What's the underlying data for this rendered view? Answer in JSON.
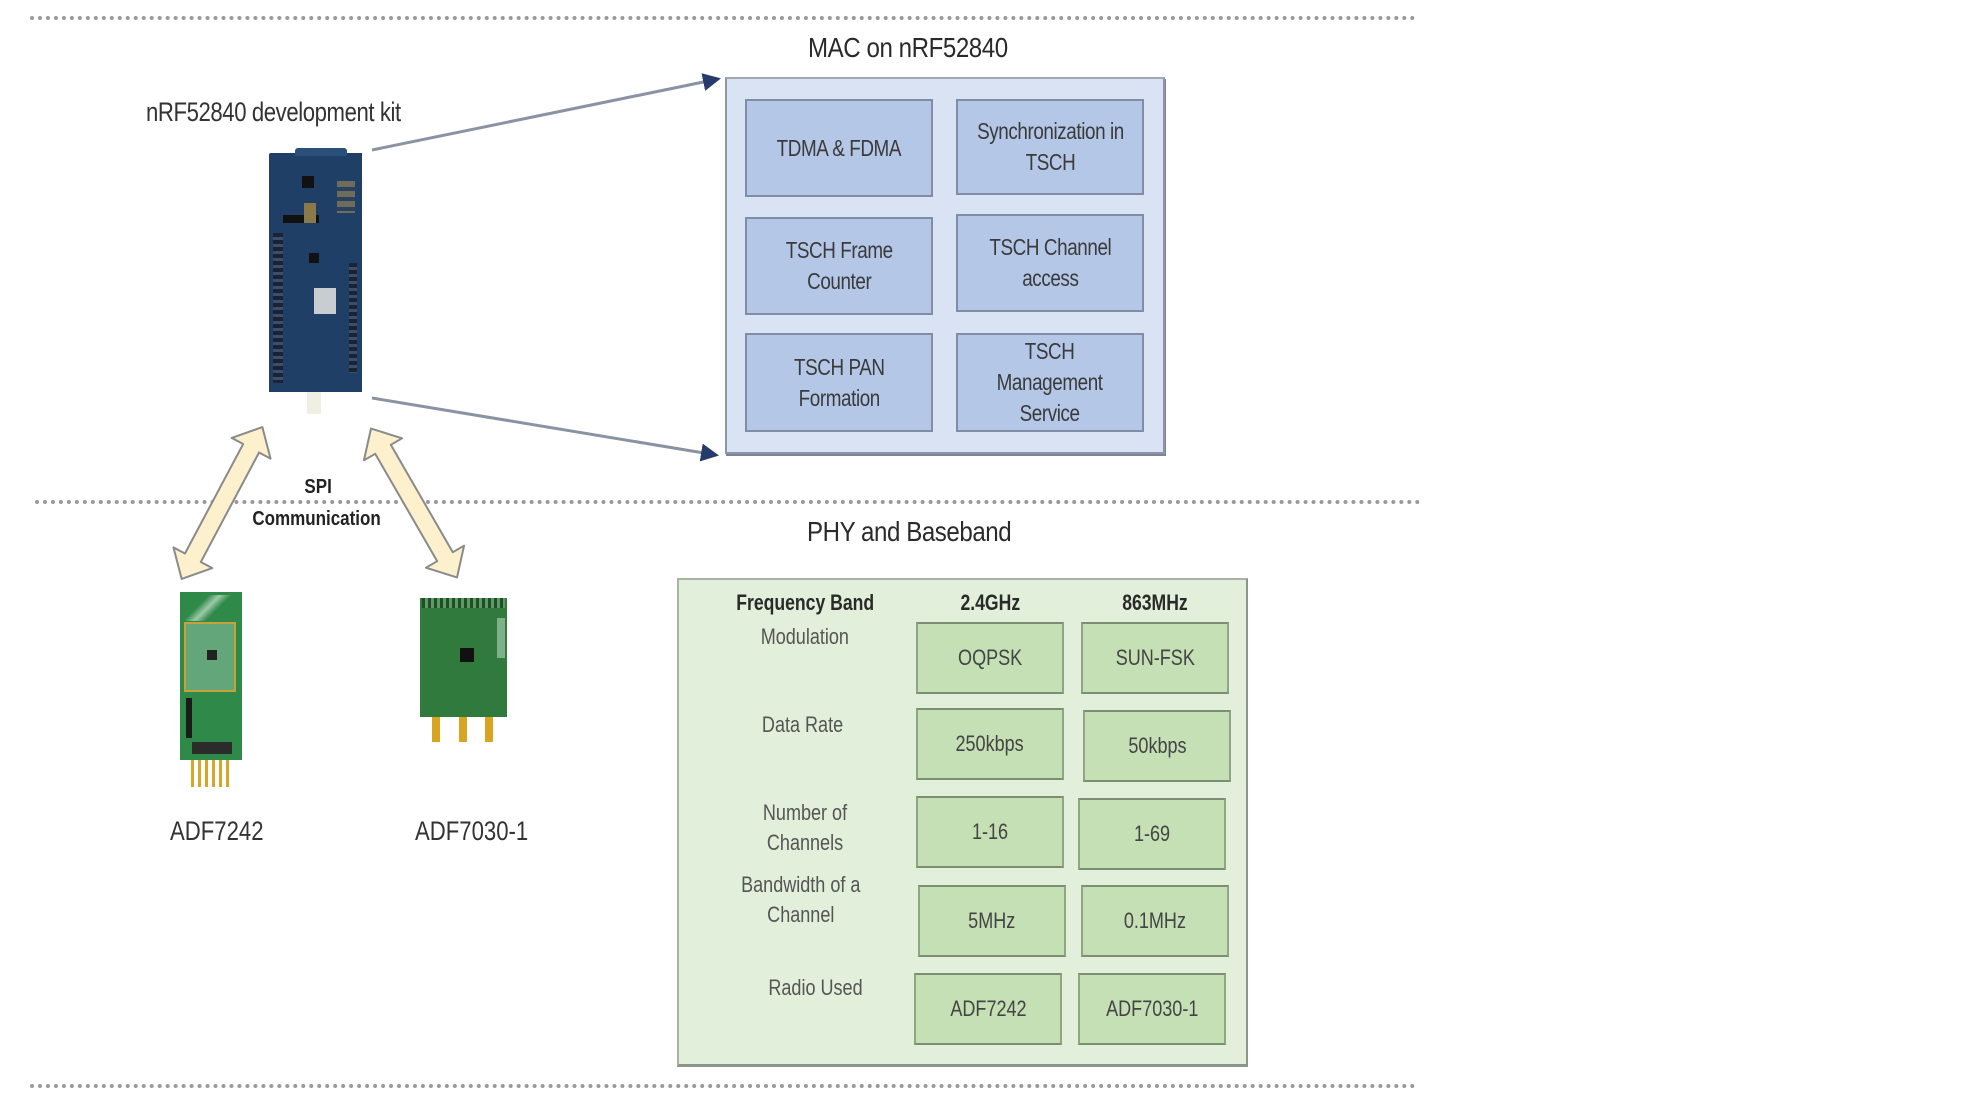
{
  "sections": {
    "mac_title": "MAC on nRF52840",
    "phy_title": "PHY and Baseband"
  },
  "devkit": {
    "label": "nRF52840 development kit",
    "image_icon": "nrf52840-board-image"
  },
  "spi": {
    "line1": "SPI",
    "line2": "Communication"
  },
  "radios": [
    {
      "label": "ADF7242",
      "image_icon": "adf7242-board-image"
    },
    {
      "label": "ADF7030-1",
      "image_icon": "adf7030-board-image"
    }
  ],
  "mac_blocks": [
    "TDMA & FDMA",
    "Synchronization in\nTSCH",
    "TSCH Frame\nCounter",
    "TSCH Channel\naccess",
    "TSCH PAN\nFormation",
    "TSCH\nManagement\nService"
  ],
  "phy_table": {
    "header": {
      "label": "Frequency Band",
      "col1": "2.4GHz",
      "col2": "863MHz"
    },
    "rows": [
      {
        "label": "Modulation",
        "col1": "OQPSK",
        "col2": "SUN-FSK"
      },
      {
        "label": "Data Rate",
        "col1": "250kbps",
        "col2": "50kbps"
      },
      {
        "label": "Number of Channels",
        "col1": "1-16",
        "col2": "1-69"
      },
      {
        "label": "Bandwidth of a\nChannel",
        "col1": "5MHz",
        "col2": "0.1MHz"
      },
      {
        "label": "Radio Used",
        "col1": "ADF7242",
        "col2": "ADF7030-1"
      }
    ]
  },
  "colors": {
    "mac_outer": "#dae3f3",
    "mac_cell": "#b4c7e7",
    "phy_outer": "#e2efda",
    "phy_cell": "#c5e0b4",
    "spi_arrow": "#fdf0cc",
    "board_blue": "#1f3f66",
    "radio_green": "#2f8a4a"
  }
}
